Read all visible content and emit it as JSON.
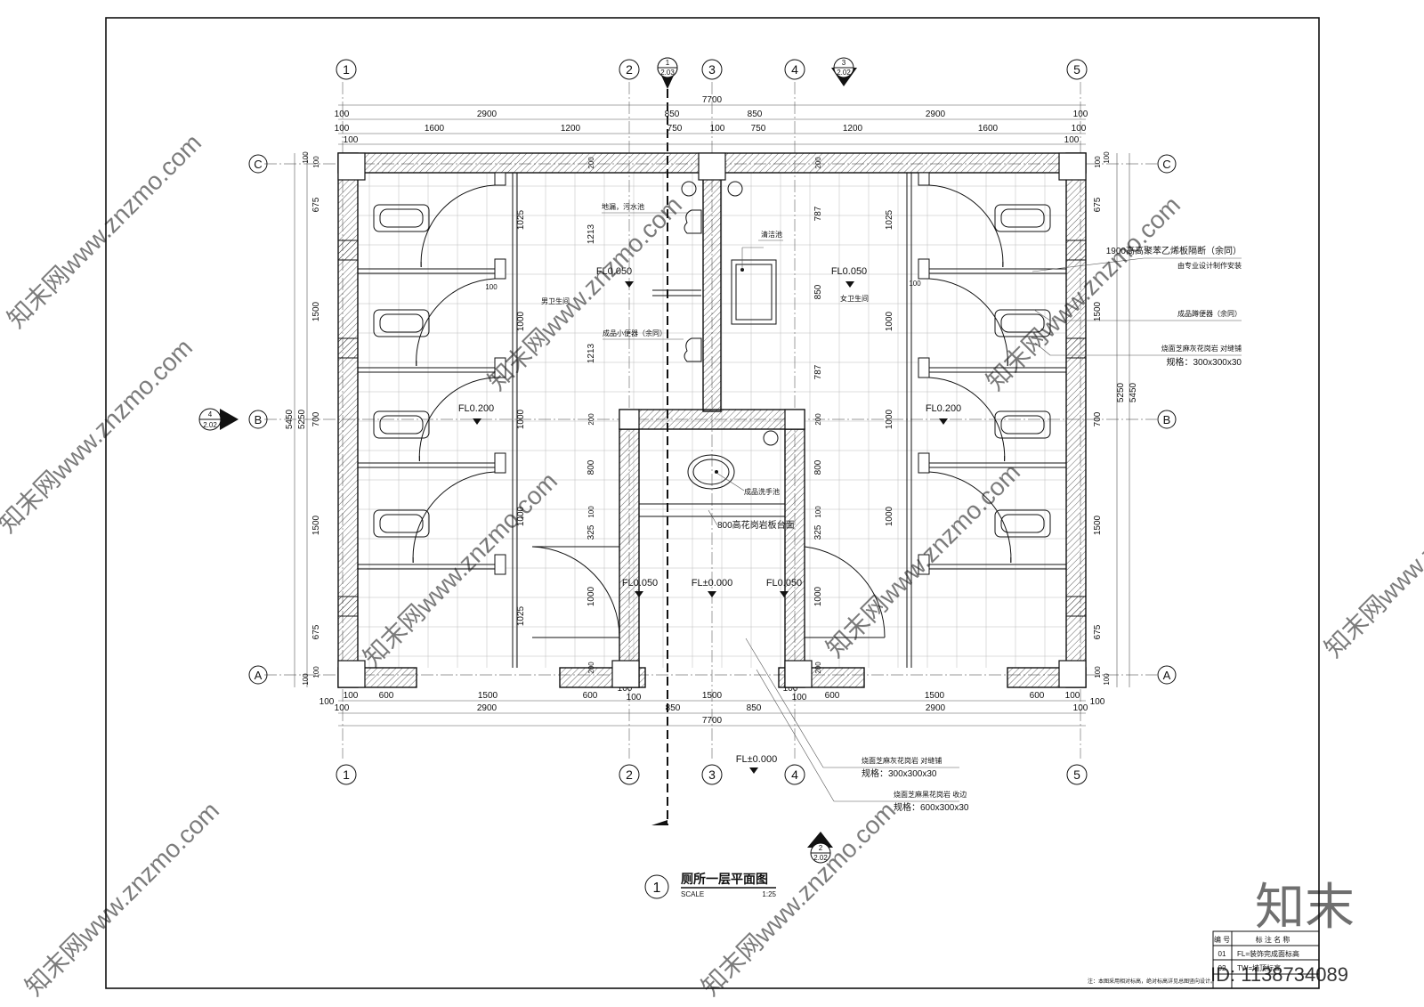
{
  "title": {
    "number": "1",
    "text": "厕所一层平面图",
    "scale_label": "SCALE",
    "scale_value": "1:25"
  },
  "grid_axes": {
    "columns": [
      "1",
      "2",
      "3",
      "4",
      "5"
    ],
    "rows": [
      "C",
      "B",
      "A"
    ]
  },
  "section_marks": [
    {
      "num": "1",
      "sheet": "2.03"
    },
    {
      "num": "3",
      "sheet": "2.02"
    },
    {
      "num": "4",
      "sheet": "2.02"
    },
    {
      "num": "2",
      "sheet": "2.02"
    }
  ],
  "dimensions": {
    "top_total": "7700",
    "top_row2": [
      "100",
      "2900",
      "850",
      "850",
      "2900",
      "100"
    ],
    "top_row3": [
      "100",
      "1600",
      "1200",
      "750",
      "100",
      "750",
      "1200",
      "1600",
      "100"
    ],
    "top_row3b": [
      "100",
      "100"
    ],
    "bottom_row1": [
      "100",
      "100",
      "600",
      "1500",
      "600",
      "100",
      "100",
      "1500",
      "100",
      "100",
      "600",
      "1500",
      "600",
      "100",
      "100"
    ],
    "bottom_row2": [
      "100",
      "2900",
      "850",
      "850",
      "2900",
      "100"
    ],
    "bottom_total": "7700",
    "left_outer": [
      "5450",
      "5250"
    ],
    "left_row": [
      "100",
      "100",
      "675",
      "1500",
      "700",
      "1500",
      "675",
      "100",
      "100"
    ],
    "left_inner": [
      "1025",
      "1000",
      "1000",
      "1000",
      "1025"
    ],
    "mid_left": [
      "200",
      "1213",
      "1213",
      "200",
      "800",
      "100",
      "325",
      "1000",
      "200"
    ],
    "mid_right": [
      "200",
      "787",
      "850",
      "787",
      "200",
      "800",
      "100",
      "325",
      "1000",
      "200"
    ],
    "right_inner": [
      "1025",
      "1000",
      "1000",
      "1000"
    ],
    "right_row": [
      "100",
      "100",
      "675",
      "1500",
      "700",
      "1500",
      "675",
      "100",
      "100"
    ],
    "right_outer": [
      "5250",
      "5450"
    ],
    "small_100": [
      "100",
      "100"
    ]
  },
  "levels": {
    "male_upper": "FL0.050",
    "female_upper": "FL0.050",
    "male_stall": "FL0.200",
    "female_stall": "FL0.200",
    "lobby_left": "FL0.050",
    "lobby_center": "FL±0.000",
    "lobby_right": "FL0.050",
    "outside": "FL±0.000"
  },
  "labels": {
    "male_room": "男卫生间",
    "female_room": "女卫生间",
    "floor_drain": "地漏，污水池",
    "mop_sink": "清洁池",
    "urinal": "成品小便器（余同）",
    "washbasin": "成品洗手池",
    "counter": "800高花岗岩板台面",
    "partition_1": "1900高高聚苯乙烯板隔断（余同）",
    "partition_2": "由专业设计制作安装",
    "squat_toilet": "成品蹲便器（余同）",
    "floor_tile_right_1": "烧面芝麻灰花岗岩 对缝铺",
    "floor_tile_right_2": "规格：300x300x30",
    "floor_tile_center_1": "烧面芝麻灰花岗岩 对缝铺",
    "floor_tile_center_2": "规格：300x300x30",
    "floor_tile_edge_1": "烧面芝麻黑花岗岩 收边",
    "floor_tile_edge_2": "规格：600x300x30"
  },
  "legend": {
    "header": [
      "编 号",
      "标 注 名 称"
    ],
    "rows": [
      [
        "01",
        "FL=装饰完成面标高"
      ],
      [
        "02",
        "TW=墙顶标高"
      ]
    ]
  },
  "note": "注：本图采用相对标高，绝对标高详见总图竖向设计。",
  "watermarks": {
    "site": "知末网www.znzmo.com",
    "brand": "知末",
    "id": "ID: 1138734089"
  }
}
